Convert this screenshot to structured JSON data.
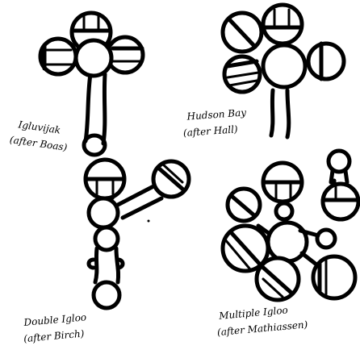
{
  "diagrams": [
    {
      "id": "igluvijak",
      "caption_line1": "Igluvijak",
      "caption_line2": "(after Boas)"
    },
    {
      "id": "hudson-bay",
      "caption_line1": "Hudson Bay",
      "caption_line2": "(after Hall)"
    },
    {
      "id": "double-igloo",
      "caption_line1": "Double Igloo",
      "caption_line2": "(after Birch)"
    },
    {
      "id": "multiple-igloo",
      "caption_line1": "Multiple Igloo",
      "caption_line2": "(after Mathiassen)"
    }
  ]
}
